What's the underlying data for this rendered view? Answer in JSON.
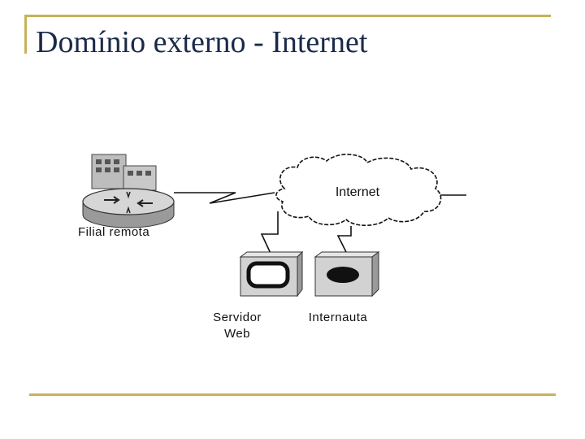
{
  "slide": {
    "title": "Domínio externo - Internet"
  },
  "diagram": {
    "cloud_label": "Internet",
    "branch_label": "Filial remota",
    "server_label_line1": "Servidor",
    "server_label_line2": "Web",
    "user_label": "Internauta"
  },
  "colors": {
    "accent": "#c8b25a",
    "title": "#1a2a4a"
  }
}
